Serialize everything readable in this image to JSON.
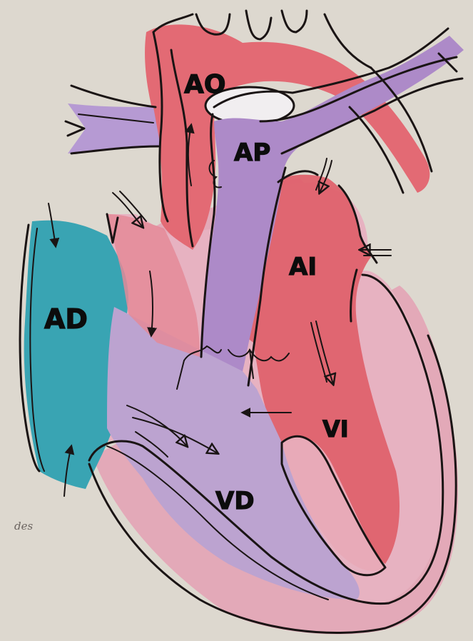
{
  "labels": {
    "ao": "AO",
    "ap": "AP",
    "ai": "AI",
    "ad": "AD",
    "vi": "VI",
    "vd": "VD"
  },
  "margin_text": {
    "fragment_1": "des"
  },
  "colors": {
    "paper": "#ddd8cf",
    "oxygenated_red": "#e0606a",
    "deoxygenated_purple": "#b89cc8",
    "right_atrium_blue": "#3aa6b6",
    "myocardium_pink": "#e3a9b8",
    "outline": "#1a1414"
  }
}
